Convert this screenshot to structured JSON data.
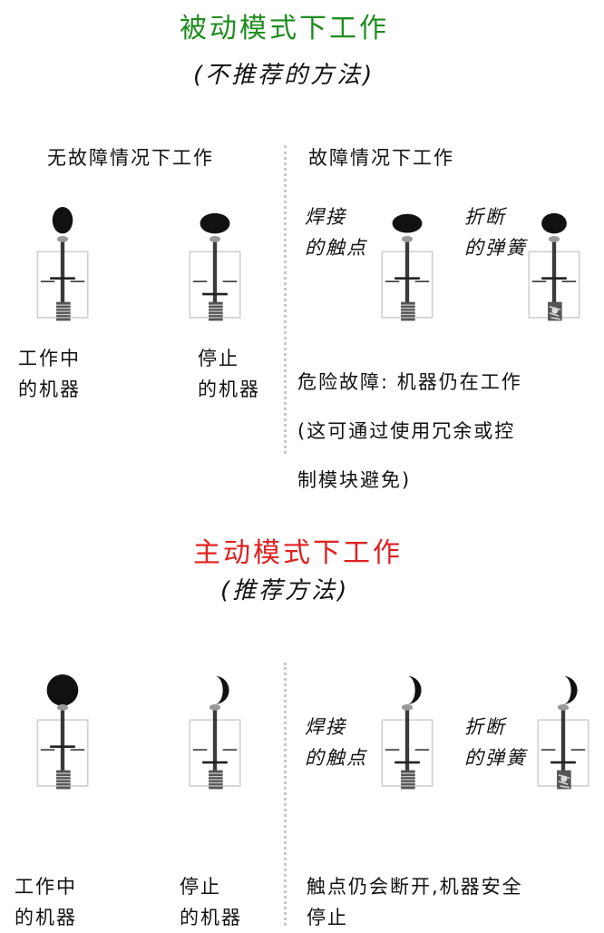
{
  "passive": {
    "title": "被动模式下工作",
    "title_color": "#1e8c1e",
    "subtitle": "(不推荐的方法)",
    "normal_heading": "无故障情况下工作",
    "fault_heading": "故障情况下工作",
    "running_label": [
      "工作中",
      "的机器"
    ],
    "stopped_label": [
      "停止",
      "的机器"
    ],
    "welded_label": [
      "焊接",
      "的触点"
    ],
    "broken_label": [
      "折断",
      "的弹簧"
    ],
    "danger_text": [
      "危险故障: 机器仍在工作",
      "(这可通过使用冗余或控",
      "制模块避免)"
    ]
  },
  "active": {
    "title": "主动模式下工作",
    "title_color": "#e02020",
    "subtitle": "(推荐方法)",
    "running_label": [
      "工作中",
      "的机器"
    ],
    "stopped_label": [
      "停止",
      "的机器"
    ],
    "welded_label": [
      "焊接",
      "的触点"
    ],
    "broken_label": [
      "折断",
      "的弹簧"
    ],
    "safe_text": [
      "触点仍会断开,机器安全",
      "停止"
    ]
  }
}
